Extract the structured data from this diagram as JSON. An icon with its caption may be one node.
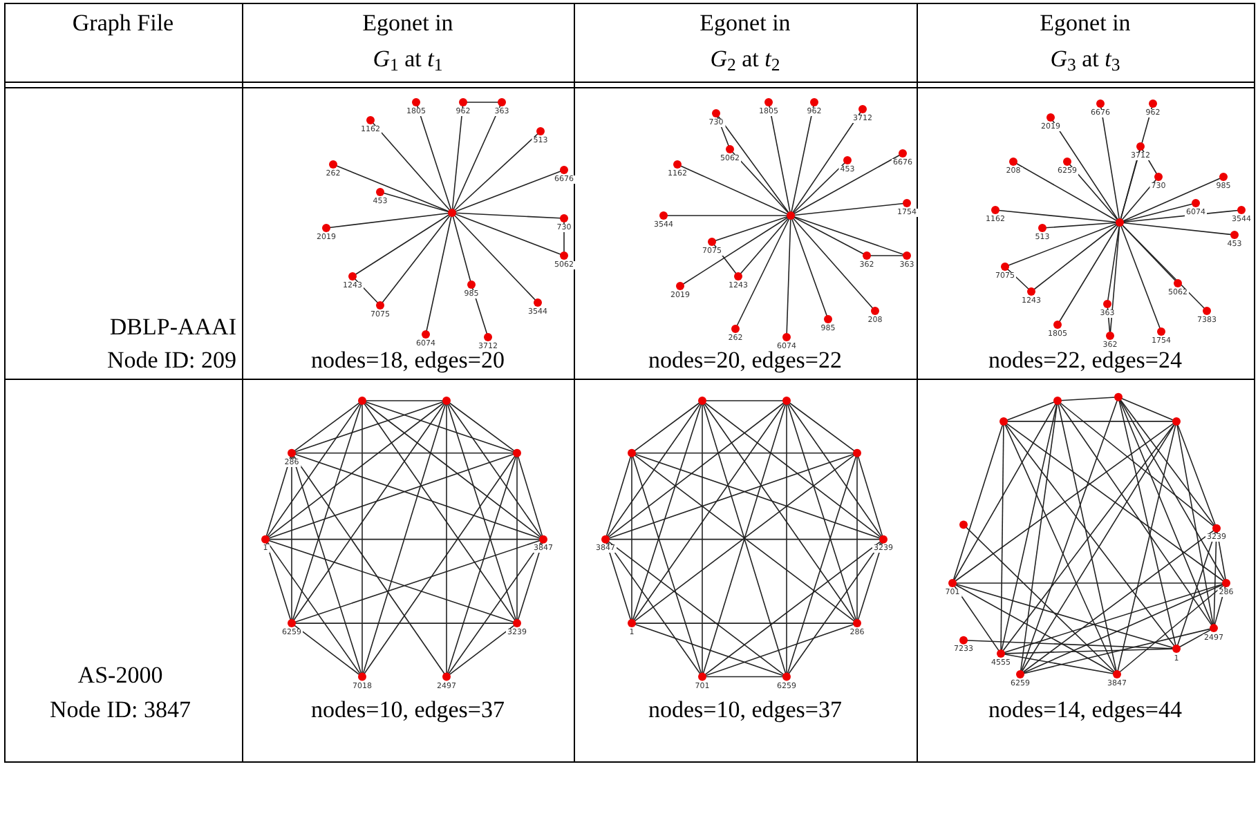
{
  "diagram": {
    "labels": [
      "Graph File",
      "Egonet in *G*$_{1}$ at *t*$_{1}$",
      "Egonet in *G*$_{2}$ at *t*$_{2}$",
      "Egonet in *G*$_{3}$ at *t*$_{3}$",
      "DBLP-AAAI",
      "Node ID: 209",
      "1805",
      "962",
      "363",
      "513",
      "1162",
      "262",
      "6676",
      "453",
      "2019",
      "730",
      "5062",
      "1243",
      "985",
      "7075",
      "3544",
      "6074",
      "3712",
      "nodes=18, edges=20",
      "1805",
      "962",
      "3712",
      "730",
      "5062",
      "453",
      "6676",
      "1162",
      "3544",
      "1754",
      "7075",
      "362",
      "363",
      "1243",
      "2019",
      "208",
      "985",
      "262",
      "6074",
      "nodes=20, edges=22",
      "6676",
      "962",
      "2019",
      "3712",
      "730",
      "208",
      "6259",
      "985",
      "1162",
      "6074",
      "3544",
      "513",
      "453",
      "7075",
      "1243",
      "5062",
      "7383",
      "363",
      "1805",
      "362",
      "1754",
      "nodes=22, edges=24",
      "AS-2000",
      "Node ID: 3847",
      "286",
      "1",
      "3847",
      "6259",
      "3239",
      "7018",
      "2497",
      "nodes=10, edges=37",
      "3847",
      "3239",
      "1",
      "286",
      "701",
      "6259",
      "nodes=10, edges=37",
      "3239",
      "701",
      "286",
      "2497",
      "7233",
      "1",
      "4555",
      "6259",
      "3847",
      "nodes=14, edges=44"
    ]
  }
}
